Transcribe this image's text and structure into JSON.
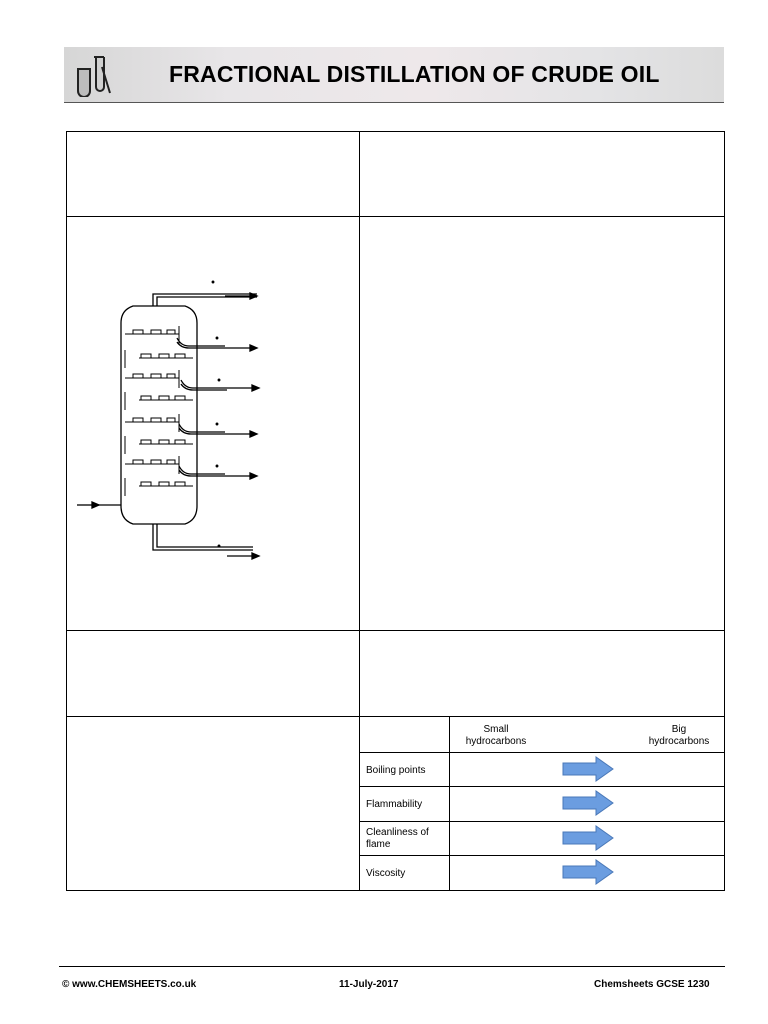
{
  "header": {
    "title": "FRACTIONAL DISTILLATION OF CRUDE OIL",
    "logo_icon": "lab-glassware-icon"
  },
  "diagram": {
    "name": "fractionating-column",
    "outlets": 6,
    "inlet": 1,
    "tray_rows": 8
  },
  "property_table": {
    "header_small": "Small hydrocarbons",
    "header_big": "Big hydrocarbons",
    "rows": [
      {
        "label": "Boiling points"
      },
      {
        "label": "Flammability"
      },
      {
        "label": "Cleanliness of flame"
      },
      {
        "label": "Viscosity"
      }
    ],
    "arrow_color": "#6b9de0"
  },
  "footer": {
    "left": "© www.CHEMSHEETS.co.uk",
    "center": "11-July-2017",
    "right": "Chemsheets GCSE 1230"
  }
}
